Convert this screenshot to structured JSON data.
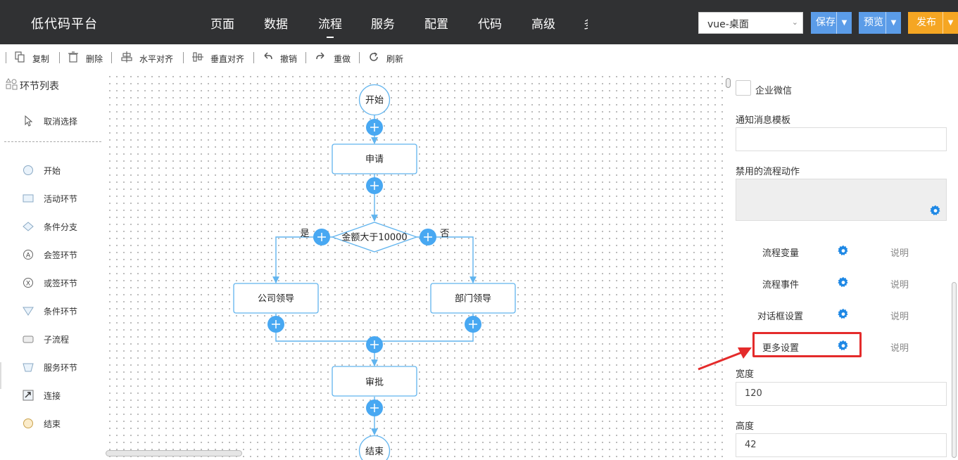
{
  "app": {
    "title": "低代码平台"
  },
  "nav": {
    "items": [
      "页面",
      "数据",
      "流程",
      "服务",
      "配置",
      "代码",
      "高级"
    ],
    "clipped_item": "多",
    "active": "流程"
  },
  "header": {
    "select_value": "vue-桌面",
    "save_label": "保存",
    "preview_label": "预览",
    "publish_label": "发布"
  },
  "toolbar": {
    "copy": "复制",
    "delete": "删除",
    "h_align": "水平对齐",
    "v_align": "垂直对齐",
    "undo": "撤销",
    "redo": "重做",
    "refresh": "刷新"
  },
  "palette": {
    "title": "环节列表",
    "deselect": "取消选择",
    "items": [
      "开始",
      "活动环节",
      "条件分支",
      "会签环节",
      "或签环节",
      "条件环节",
      "子流程",
      "服务环节",
      "连接",
      "结束"
    ]
  },
  "flow": {
    "start": "开始",
    "apply": "申请",
    "condition": "金额大于10000",
    "yes": "是",
    "no": "否",
    "left_branch": "公司领导",
    "right_branch": "部门领导",
    "approve": "审批",
    "end": "结束"
  },
  "panel": {
    "wechat_label": "企业微信",
    "template_label": "通知消息模板",
    "template_value": "",
    "disabled_actions_label": "禁用的流程动作",
    "rows": [
      {
        "label": "流程变量",
        "desc": "说明"
      },
      {
        "label": "流程事件",
        "desc": "说明"
      },
      {
        "label": "对话框设置",
        "desc": "说明"
      },
      {
        "label": "更多设置",
        "desc": "说明"
      }
    ],
    "width_label": "宽度",
    "width_value": "120",
    "height_label": "高度",
    "height_value": "42"
  },
  "colors": {
    "topbar": "#303133",
    "blue_button": "#5b9ce8",
    "orange_button": "#f5a623",
    "node_border": "#61b4ee",
    "plus": "#48a8f2",
    "gear": "#1e88e5",
    "highlight": "#e42b2b"
  }
}
